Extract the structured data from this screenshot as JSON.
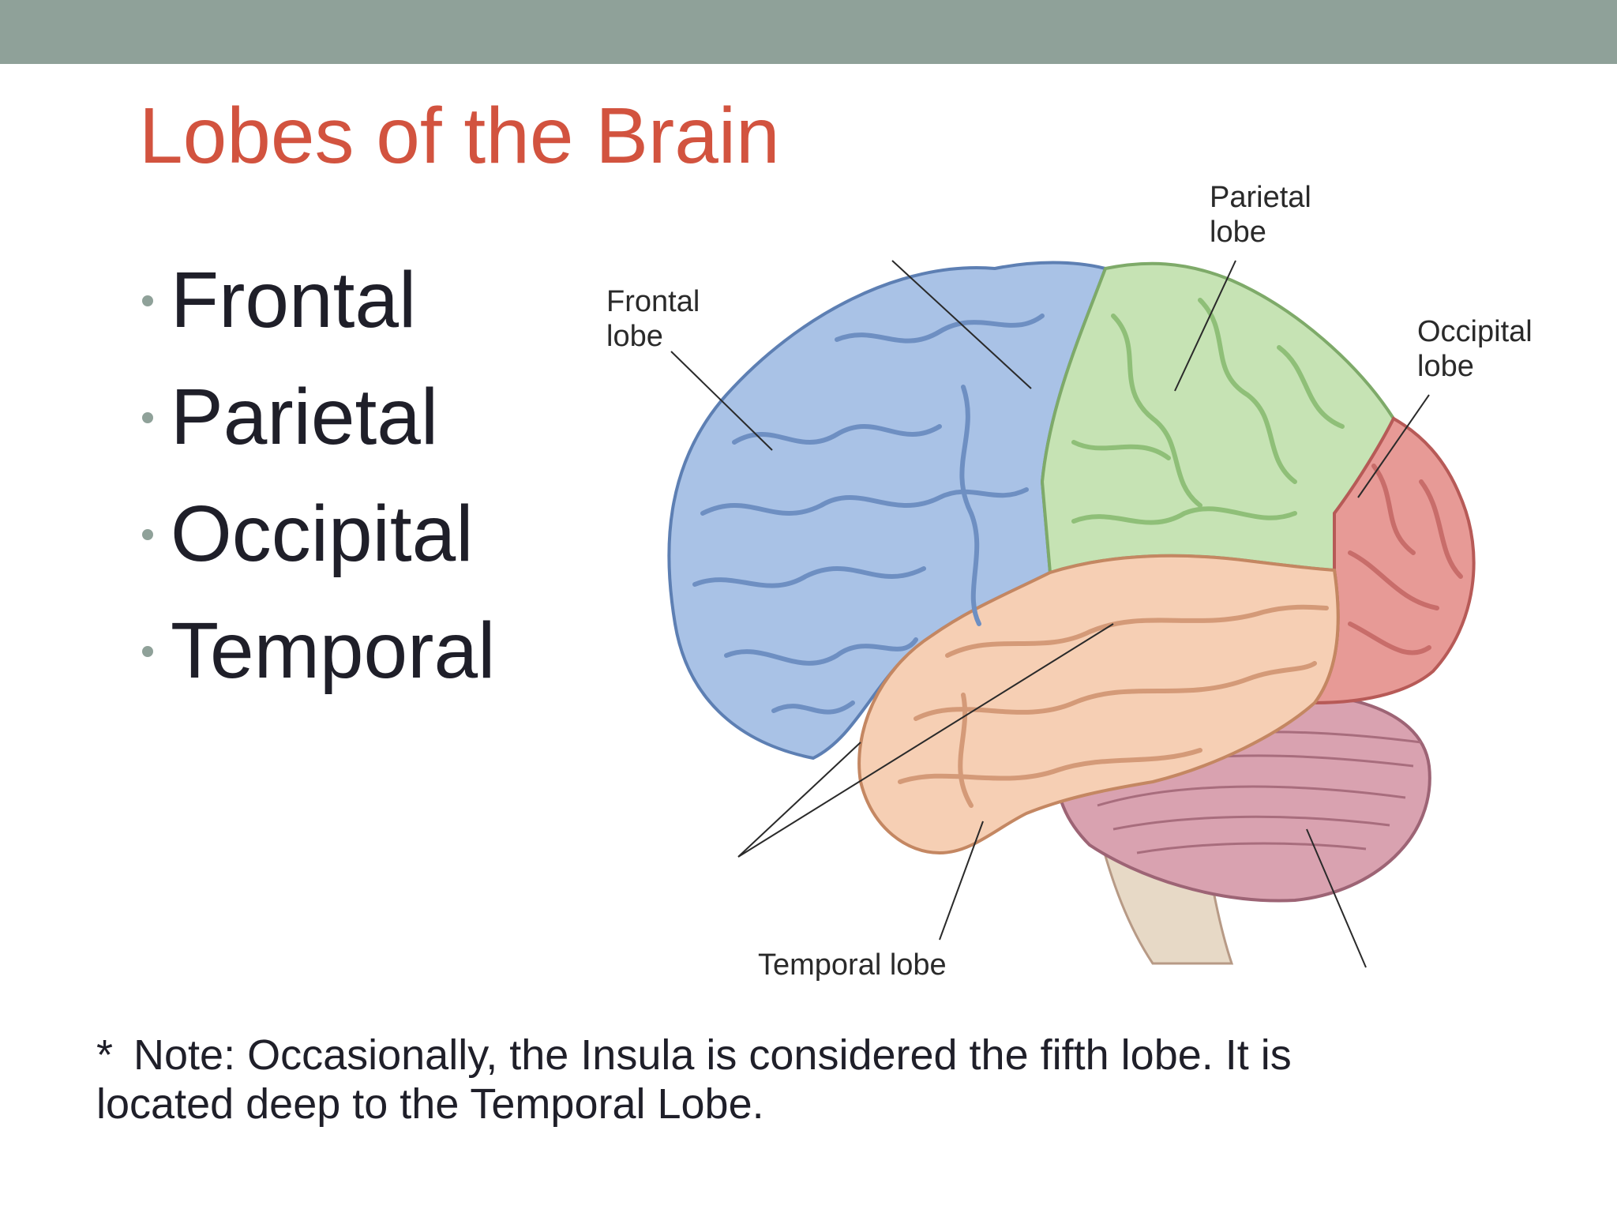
{
  "slide": {
    "title": "Lobes of the Brain",
    "bullets": [
      "Frontal",
      "Parietal",
      "Occipital",
      "Temporal"
    ],
    "note_marker": "*",
    "note_text": "Note:  Occasionally, the Insula is considered the fifth lobe.  It is located deep to the Temporal Lobe."
  },
  "figure": {
    "labels": {
      "frontal_line1": "Frontal",
      "frontal_line2": "lobe",
      "parietal_line1": "Parietal",
      "parietal_line2": "lobe",
      "occipital_line1": "Occipital",
      "occipital_line2": "lobe",
      "temporal": "Temporal lobe"
    }
  },
  "colors": {
    "top_bar": "#8fa199",
    "title": "#d2533f",
    "frontal": "#a9c2e6",
    "parietal": "#c6e3b4",
    "occipital": "#e79a96",
    "temporal": "#f6cfb4",
    "cerebellum": "#d9a2b0"
  }
}
